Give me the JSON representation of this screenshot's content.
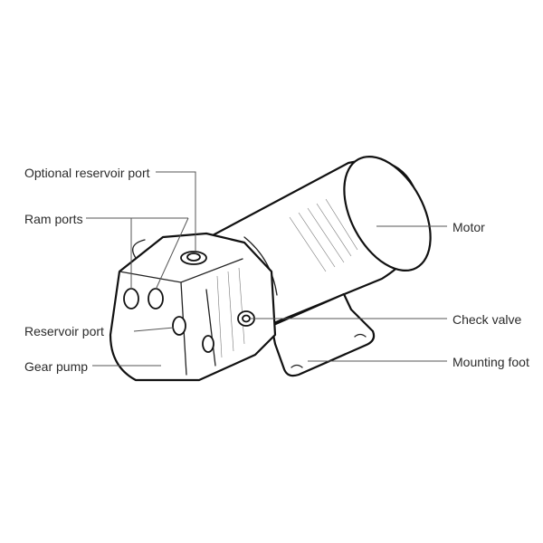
{
  "labels": {
    "optional_reservoir_port": "Optional reservoir port",
    "ram_ports": "Ram ports",
    "reservoir_port": "Reservoir port",
    "gear_pump": "Gear pump",
    "motor": "Motor",
    "check_valve": "Check valve",
    "mounting_foot": "Mounting foot"
  },
  "colors": {
    "line": "#111111",
    "leader": "#555555",
    "text": "#2b2b2b",
    "background": "#ffffff"
  }
}
